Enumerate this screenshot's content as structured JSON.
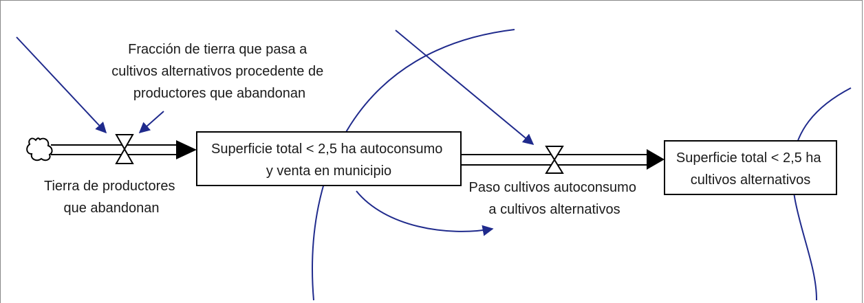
{
  "diagram": {
    "colors": {
      "link": "#1f2a8c",
      "stroke": "#000000",
      "text": "#1a1a1a"
    },
    "stocks": [
      {
        "id": "stock-1",
        "lines": [
          "Superficie total < 2,5 ha autoconsumo",
          "y venta en municipio"
        ]
      },
      {
        "id": "stock-2",
        "lines": [
          "Superficie total < 2,5 ha",
          "cultivos alternativos"
        ]
      }
    ],
    "source": {
      "icon": "cloud-source-icon"
    },
    "flows": [
      {
        "id": "flow-1",
        "lines": [
          "Tierra de productores",
          "que abandonan"
        ]
      },
      {
        "id": "flow-2",
        "lines": [
          "Paso cultivos autoconsumo",
          "a cultivos alternativos"
        ]
      }
    ],
    "auxiliaries": [
      {
        "id": "aux-1",
        "lines": [
          "Fracción de tierra que pasa a",
          "cultivos alternativos procedente de",
          "productores que abandonan"
        ]
      }
    ]
  }
}
